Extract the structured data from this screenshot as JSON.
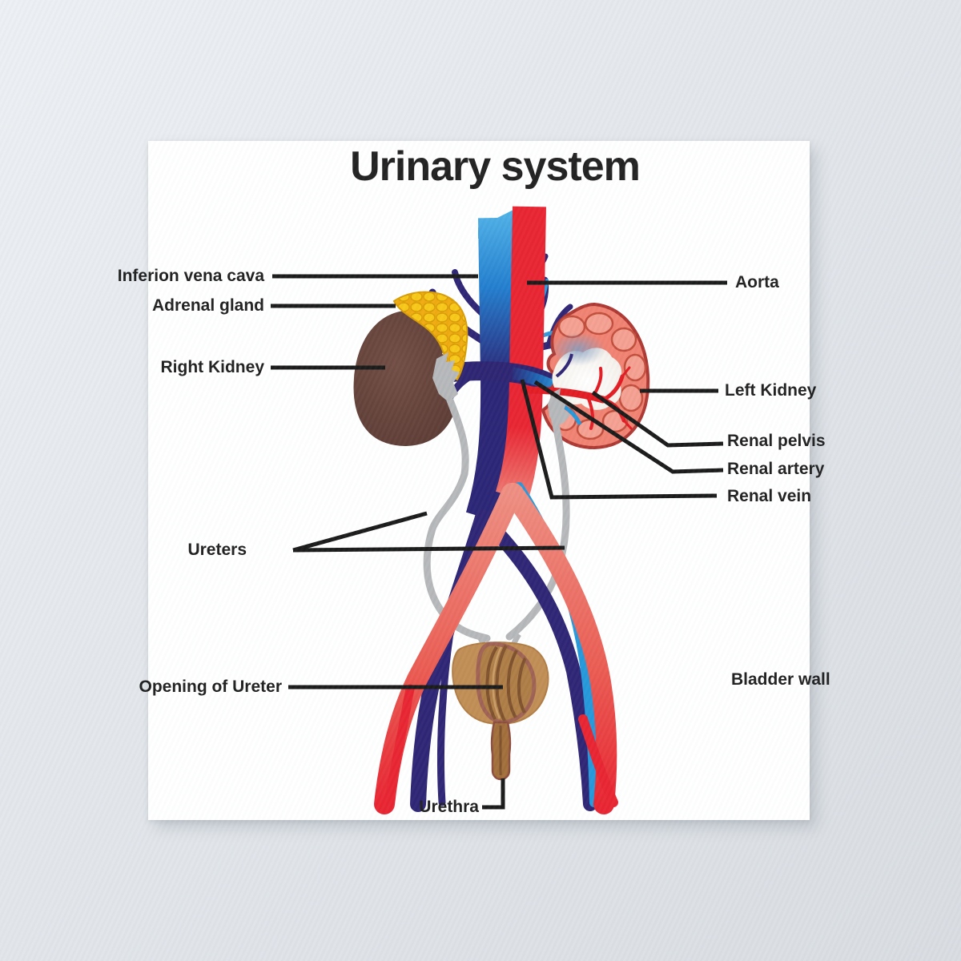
{
  "poster": {
    "title": "Urinary system",
    "background": "#FFFFFF"
  },
  "wall": {
    "color": "#E0E4E9"
  },
  "labels": [
    {
      "id": "inferior-vena-cava",
      "text": "Inferion vena cava",
      "side": "left"
    },
    {
      "id": "adrenal-gland",
      "text": "Adrenal gland",
      "side": "left"
    },
    {
      "id": "right-kidney",
      "text": "Right Kidney",
      "side": "left"
    },
    {
      "id": "ureters",
      "text": "Ureters",
      "side": "left"
    },
    {
      "id": "opening-of-ureter",
      "text": "Opening of Ureter",
      "side": "left"
    },
    {
      "id": "urethra",
      "text": "Urethra",
      "side": "left"
    },
    {
      "id": "aorta",
      "text": "Aorta",
      "side": "right"
    },
    {
      "id": "left-kidney",
      "text": "Left Kidney",
      "side": "right"
    },
    {
      "id": "renal-pelvis",
      "text": "Renal pelvis",
      "side": "right"
    },
    {
      "id": "renal-artery",
      "text": "Renal artery",
      "side": "right"
    },
    {
      "id": "renal-vein",
      "text": "Renal vein",
      "side": "right"
    },
    {
      "id": "bladder-wall",
      "text": "Bladder wall",
      "side": "right"
    }
  ],
  "colors": {
    "artery_red": "#E8202D",
    "vein_navy": "#2A2172",
    "vena_cava_blue": "#2F9BDC",
    "kidney_brown": "#5C3B33",
    "kidney_section_salmon": "#F0806F",
    "adrenal_yellow": "#F8C713",
    "ureter_gray": "#B4B6B8",
    "bladder_tan": "#BF8B51",
    "leader_line": "#151515"
  }
}
